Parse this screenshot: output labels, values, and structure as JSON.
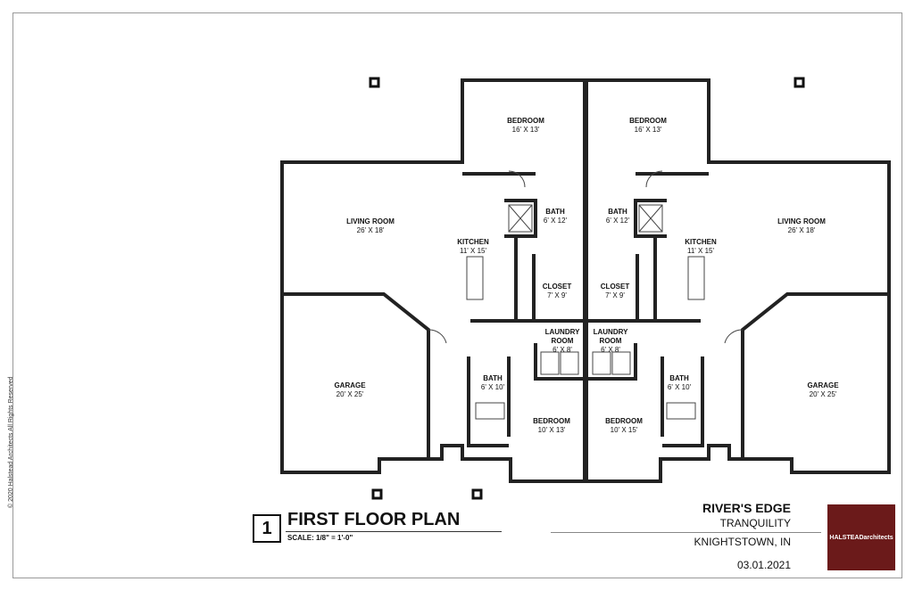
{
  "copyright": "© 2020 Halstead Architects  All Rights Reserved",
  "plan": {
    "number": "1",
    "title": "FIRST FLOOR PLAN",
    "scale": "SCALE:  1/8\" = 1'-0\""
  },
  "project": {
    "name": "RIVER'S EDGE",
    "model": "TRANQUILITY",
    "location": "KNIGHTSTOWN, IN",
    "date": "03.01.2021"
  },
  "logo": {
    "text": "HALSTEADarchitects",
    "color": "#6b1a1a"
  },
  "rooms": [
    {
      "name": "BEDROOM",
      "dims": "16' X 13'"
    },
    {
      "name": "BEDROOM",
      "dims": "16' X 13'"
    },
    {
      "name": "LIVING ROOM",
      "dims": "26' X 18'"
    },
    {
      "name": "LIVING ROOM",
      "dims": "26' X 18'"
    },
    {
      "name": "BATH",
      "dims": "6' X 12'"
    },
    {
      "name": "BATH",
      "dims": "6' X 12'"
    },
    {
      "name": "KITCHEN",
      "dims": "11' X 15'"
    },
    {
      "name": "KITCHEN",
      "dims": "11' X 15'"
    },
    {
      "name": "CLOSET",
      "dims": "7' X 9'"
    },
    {
      "name": "CLOSET",
      "dims": "7' X 9'"
    },
    {
      "name": "LAUNDRY ROOM",
      "dims": "6' X 8'"
    },
    {
      "name": "LAUNDRY ROOM",
      "dims": "6' X 8'"
    },
    {
      "name": "BATH",
      "dims": "6' X 10'"
    },
    {
      "name": "BATH",
      "dims": "6' X 10'"
    },
    {
      "name": "GARAGE",
      "dims": "20' X 25'"
    },
    {
      "name": "GARAGE",
      "dims": "20' X 25'"
    },
    {
      "name": "BEDROOM",
      "dims": "10' X 13'"
    },
    {
      "name": "BEDROOM",
      "dims": "10' X 15'"
    }
  ]
}
